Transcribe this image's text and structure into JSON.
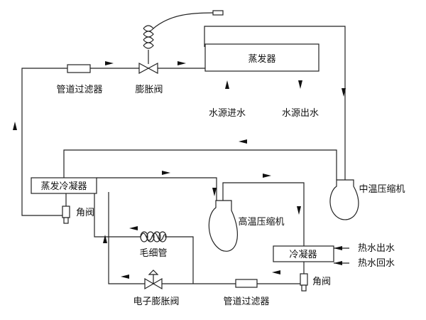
{
  "components": {
    "evaporator": "蒸发器",
    "evap_condenser": "蒸发冷凝器",
    "condenser": "冷凝器",
    "mid_temp_compressor": "中温压缩机",
    "high_temp_compressor": "高温压缩机",
    "filter_top": "管道过滤器",
    "filter_bottom": "管道过滤器",
    "expansion_valve": "膨胀阀",
    "electronic_expansion_valve": "电子膨胀阀",
    "capillary": "毛细管",
    "angle_valve_left": "角阀",
    "angle_valve_right": "角阀"
  },
  "labels": {
    "water_source_in": "水源进水",
    "water_source_out": "水源出水",
    "hot_water_out": "热水出水",
    "hot_water_return": "热水回水"
  },
  "colors": {
    "line": "#222222",
    "text": "#111111",
    "background": "#ffffff"
  }
}
